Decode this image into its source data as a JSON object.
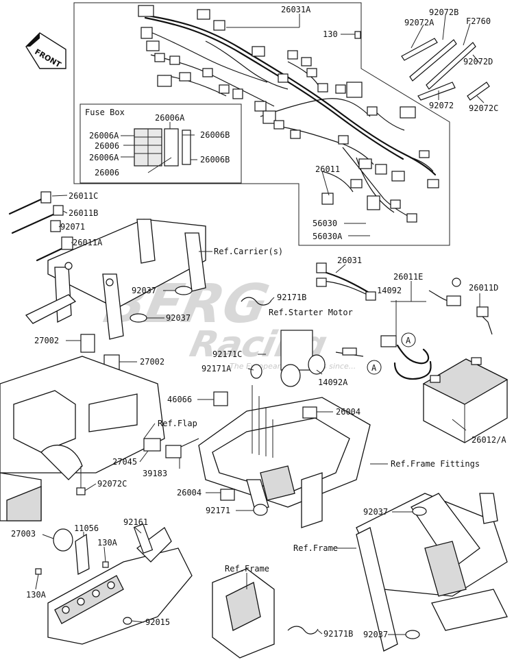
{
  "diagram": {
    "front_label": "FRONT",
    "fuse_box_title": "Fuse Box",
    "watermark": {
      "main": "BERG",
      "sub": "Racing",
      "tagline": "The European Champions since..."
    },
    "labels": {
      "p26031A": "26031A",
      "p130_top": "130",
      "p92072A": "92072A",
      "p92072B": "92072B",
      "pF2760": "F2760",
      "p92072D": "92072D",
      "p92072": "92072",
      "p92072C_top": "92072C",
      "fb_26006A_top": "26006A",
      "fb_26006A_1": "26006A",
      "fb_26006_1": "26006",
      "fb_26006A_2": "26006A",
      "fb_26006_2": "26006",
      "fb_26006B_1": "26006B",
      "fb_26006B_2": "26006B",
      "p26011": "26011",
      "p56030": "56030",
      "p56030A": "56030A",
      "p26011C": "26011C",
      "p26011B": "26011B",
      "p92071": "92071",
      "p26011A": "26011A",
      "ref_carriers": "Ref.Carrier(s)",
      "p26031": "26031",
      "p26011E": "26011E",
      "p26011D": "26011D",
      "p92037_1": "92037",
      "p92171B_1": "92171B",
      "p92037_2": "92037",
      "ref_starter": "Ref.Starter Motor",
      "p14092": "14092",
      "p27002_1": "27002",
      "p92171C": "92171C",
      "p27002_2": "27002",
      "p92171A": "92171A",
      "p14092A": "14092A",
      "circle_A1": "A",
      "circle_A2": "A",
      "p46066": "46066",
      "p26004_1": "26004",
      "ref_flap": "Ref.Flap",
      "p26012A": "26012/A",
      "p27045": "27045",
      "p39183": "39183",
      "ref_frame_fittings": "Ref.Frame Fittings",
      "p92072C_2": "92072C",
      "p26004_2": "26004",
      "p92171": "92171",
      "p92037_3": "92037",
      "p27003": "27003",
      "p11056": "11056",
      "p92161": "92161",
      "p130A_1": "130A",
      "ref_frame_1": "Ref.Frame",
      "ref_frame_2": "Ref.Frame",
      "p130A_2": "130A",
      "p92015": "92015",
      "p92171B_2": "92171B",
      "p92037_4": "92037"
    }
  }
}
